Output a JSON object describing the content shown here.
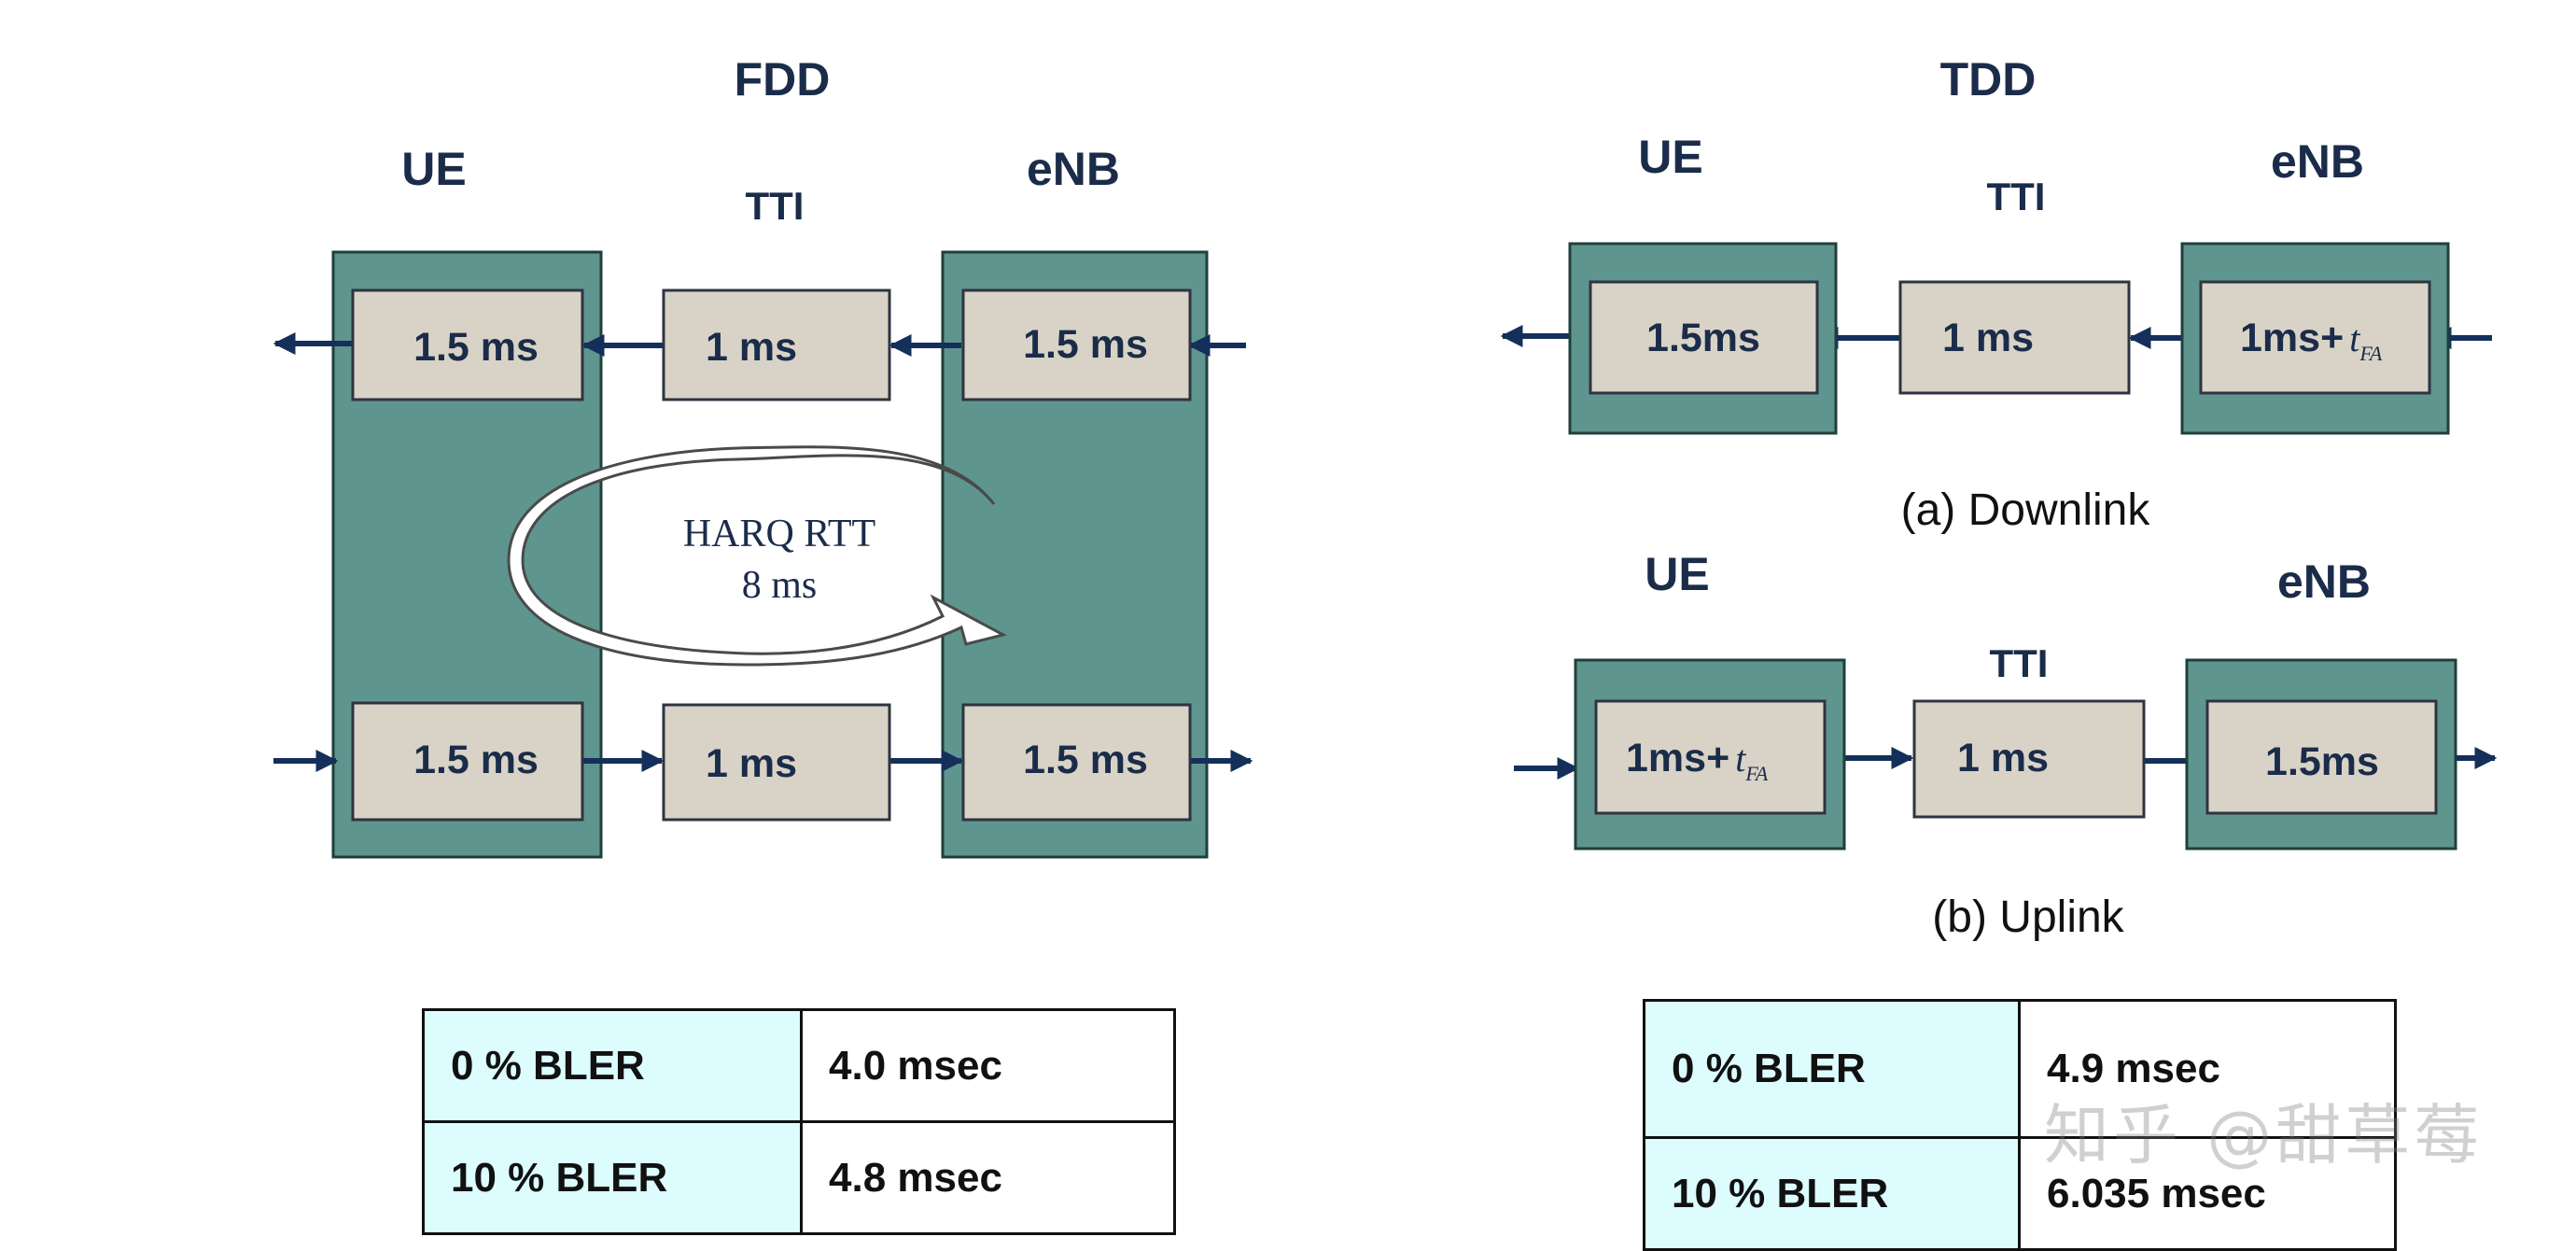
{
  "fdd": {
    "title": "FDD",
    "ue": "UE",
    "tti": "TTI",
    "enb": "eNB",
    "dl": [
      "1.5 ms",
      "1 ms",
      "1.5 ms"
    ],
    "ul": [
      "1.5 ms",
      "1 ms",
      "1.5 ms"
    ],
    "harq_line1": "HARQ RTT",
    "harq_line2": "8 ms",
    "table": [
      {
        "bler": "0 % BLER",
        "latency": "4.0 msec"
      },
      {
        "bler": "10 % BLER",
        "latency": "4.8 msec"
      }
    ]
  },
  "tdd": {
    "title": "TDD",
    "downlink": {
      "ue": "UE",
      "tti": "TTI",
      "enb": "eNB",
      "ue_box": "1.5ms",
      "tti_box": "1 ms",
      "enb_box_main": "1ms+",
      "enb_box_var": "t",
      "enb_box_sub": "FA",
      "caption": "(a) Downlink"
    },
    "uplink": {
      "ue": "UE",
      "tti": "TTI",
      "enb": "eNB",
      "ue_box_main": "1ms+",
      "ue_box_var": "t",
      "ue_box_sub": "FA",
      "tti_box": "1 ms",
      "enb_box": "1.5ms",
      "caption": "(b) Uplink"
    },
    "table": [
      {
        "bler": "0 % BLER",
        "latency": "4.9 msec"
      },
      {
        "bler": "10 % BLER",
        "latency": "6.035 msec"
      }
    ]
  },
  "watermark": "知乎 @甜草莓",
  "colors": {
    "teal": "#5f958f",
    "box": "#d8d3c6",
    "arrow": "#14305a",
    "table_cell": "#dcfcfd"
  }
}
